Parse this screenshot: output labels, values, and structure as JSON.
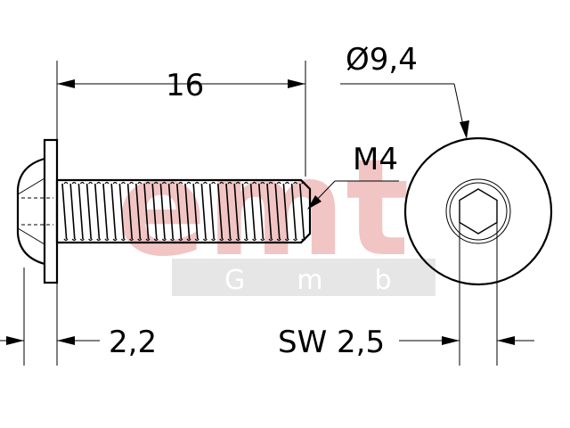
{
  "watermark": {
    "logo_text": "emt",
    "company_text": "GmbH",
    "logo_color": "#f2c5c5",
    "band_color": "#e6e6e6"
  },
  "dimensions": {
    "length": "16",
    "head_diameter": "Ø9,4",
    "thread": "M4",
    "head_height": "2,2",
    "socket_size": "SW 2,5"
  },
  "colors": {
    "line": "#000000",
    "background": "#ffffff"
  }
}
